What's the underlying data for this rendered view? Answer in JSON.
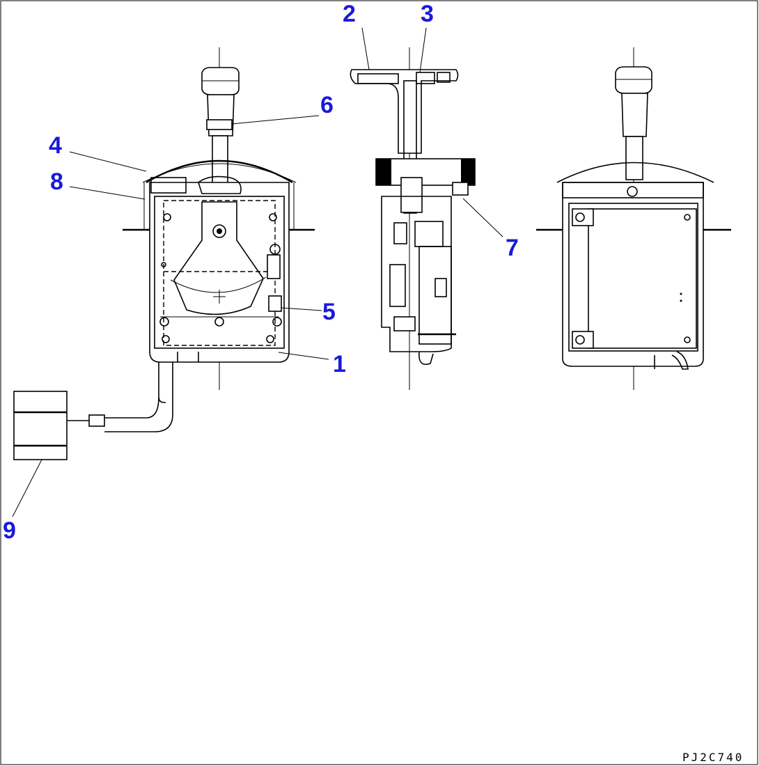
{
  "diagram": {
    "callouts": [
      {
        "id": "1",
        "text": "1"
      },
      {
        "id": "2",
        "text": "2"
      },
      {
        "id": "3",
        "text": "3"
      },
      {
        "id": "4",
        "text": "4"
      },
      {
        "id": "5",
        "text": "5"
      },
      {
        "id": "6",
        "text": "6"
      },
      {
        "id": "7",
        "text": "7"
      },
      {
        "id": "8",
        "text": "8"
      },
      {
        "id": "9",
        "text": "9"
      }
    ],
    "drawing_code": "PJ2C740",
    "colors": {
      "callout": "#1a1ad8",
      "line": "#000000",
      "background": "#ffffff"
    }
  }
}
